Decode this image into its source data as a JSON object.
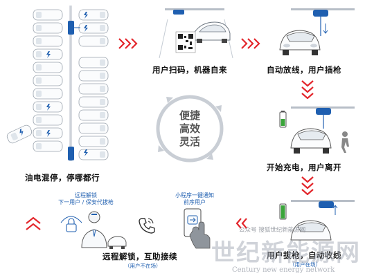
{
  "colors": {
    "accent_blue": "#1f5fb0",
    "arrow_red": "#e3262c",
    "ring_gray": "#c9ced5"
  },
  "center": {
    "line1": "便捷",
    "line2": "高效",
    "line3": "灵活"
  },
  "captions": {
    "step_parking": "油电混停，停哪都行",
    "step_scan": "用户扫码，机器自来",
    "step_lower": "自动放线，用户插枪",
    "step_charge": "开始充电，用户离开",
    "step_unplug": "用户拔枪，自动收线",
    "step_unplug_note": "（用户在场）",
    "step_unlock": "远程解锁，互助接续",
    "step_unlock_note": "（用户不在场）"
  },
  "labels": {
    "remote_unlock_1": "远程解锁",
    "remote_unlock_2": "下一用户 / 保安代拔枪",
    "miniapp_1": "小程序一键通知",
    "miniapp_2": "前序用户",
    "overlay_text": "公众号 搜狐世纪新能源网"
  },
  "watermark": {
    "cn": "世纪新能源网",
    "en": "Century new energy network"
  },
  "icons": {
    "chevron": "chevron-icon",
    "phone": "phone-icon",
    "qr": "qr-code-icon",
    "cycle": "cycle-arrows-icon",
    "person": "person-icon",
    "battery": "battery-icon",
    "lock": "lock-icon"
  }
}
